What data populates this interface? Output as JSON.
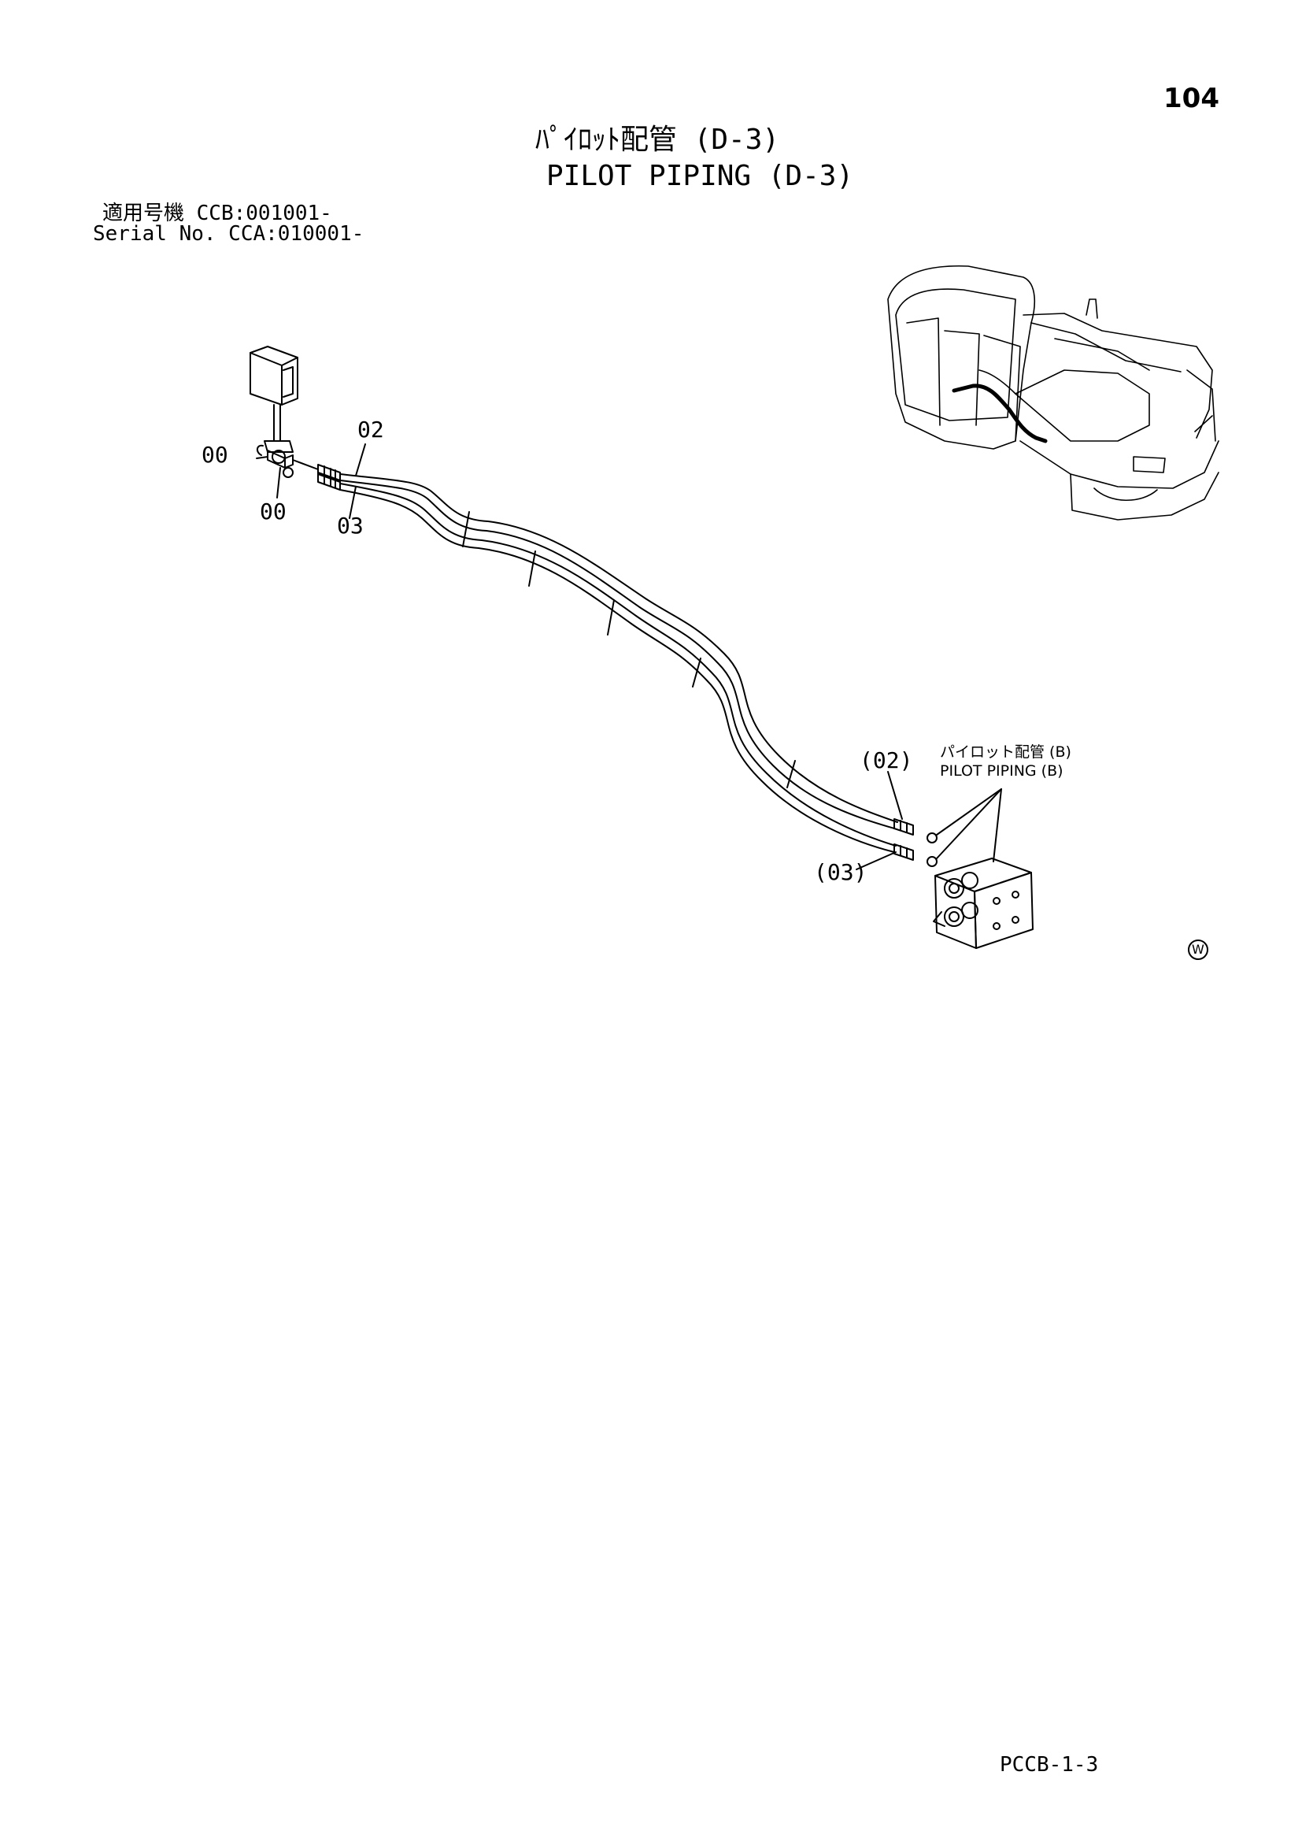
{
  "header": {
    "page_number": "104",
    "title_jp": "ﾊﾟｲﾛｯﾄ配管 (D-3)",
    "title_en": "PILOT PIPING (D-3)",
    "serial_jp": "適用号機  CCB:001001-",
    "serial_en": "Serial No. CCA:010001-"
  },
  "diagram": {
    "part_labels": {
      "label_00_left": "00",
      "label_00_bottom": "00",
      "label_02_top": "02",
      "label_03_top": "03",
      "label_02_bottom": "(02)",
      "label_03_bottom": "(03)"
    },
    "note": {
      "jp": "パイロット配管 (B)",
      "en": "PILOT PIPING (B)"
    },
    "symbol": "W"
  },
  "footer": {
    "code": "PCCB-1-3"
  }
}
